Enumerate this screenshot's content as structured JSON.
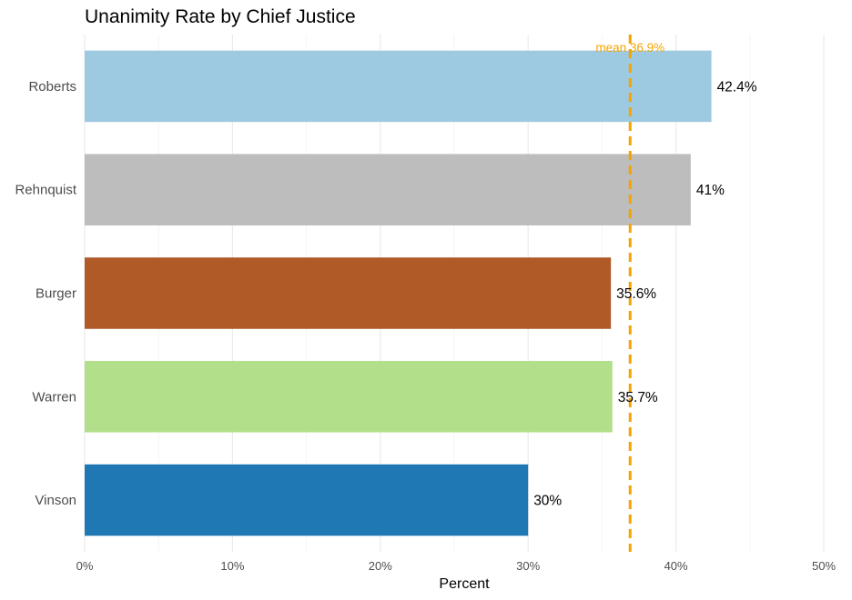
{
  "chart_data": {
    "type": "bar",
    "orientation": "horizontal",
    "title": "Unanimity Rate by Chief Justice",
    "xlabel": "Percent",
    "ylabel": "",
    "xlim": [
      0,
      50
    ],
    "x_ticks": [
      0,
      10,
      20,
      30,
      40,
      50
    ],
    "x_tick_labels": [
      "0%",
      "10%",
      "20%",
      "30%",
      "40%",
      "50%"
    ],
    "grid": true,
    "categories": [
      "Roberts",
      "Rehnquist",
      "Burger",
      "Warren",
      "Vinson"
    ],
    "values": [
      42.4,
      41.0,
      35.6,
      35.7,
      30.0
    ],
    "value_labels": [
      "42.4%",
      "41%",
      "35.6%",
      "35.7%",
      "30%"
    ],
    "colors": [
      "#9ecae1",
      "#bdbdbd",
      "#b05a28",
      "#b2df8a",
      "#1f78b4"
    ],
    "reference_line": {
      "value": 36.9,
      "label": "mean 36.9%",
      "color": "#f5a300",
      "style": "dashed"
    }
  }
}
